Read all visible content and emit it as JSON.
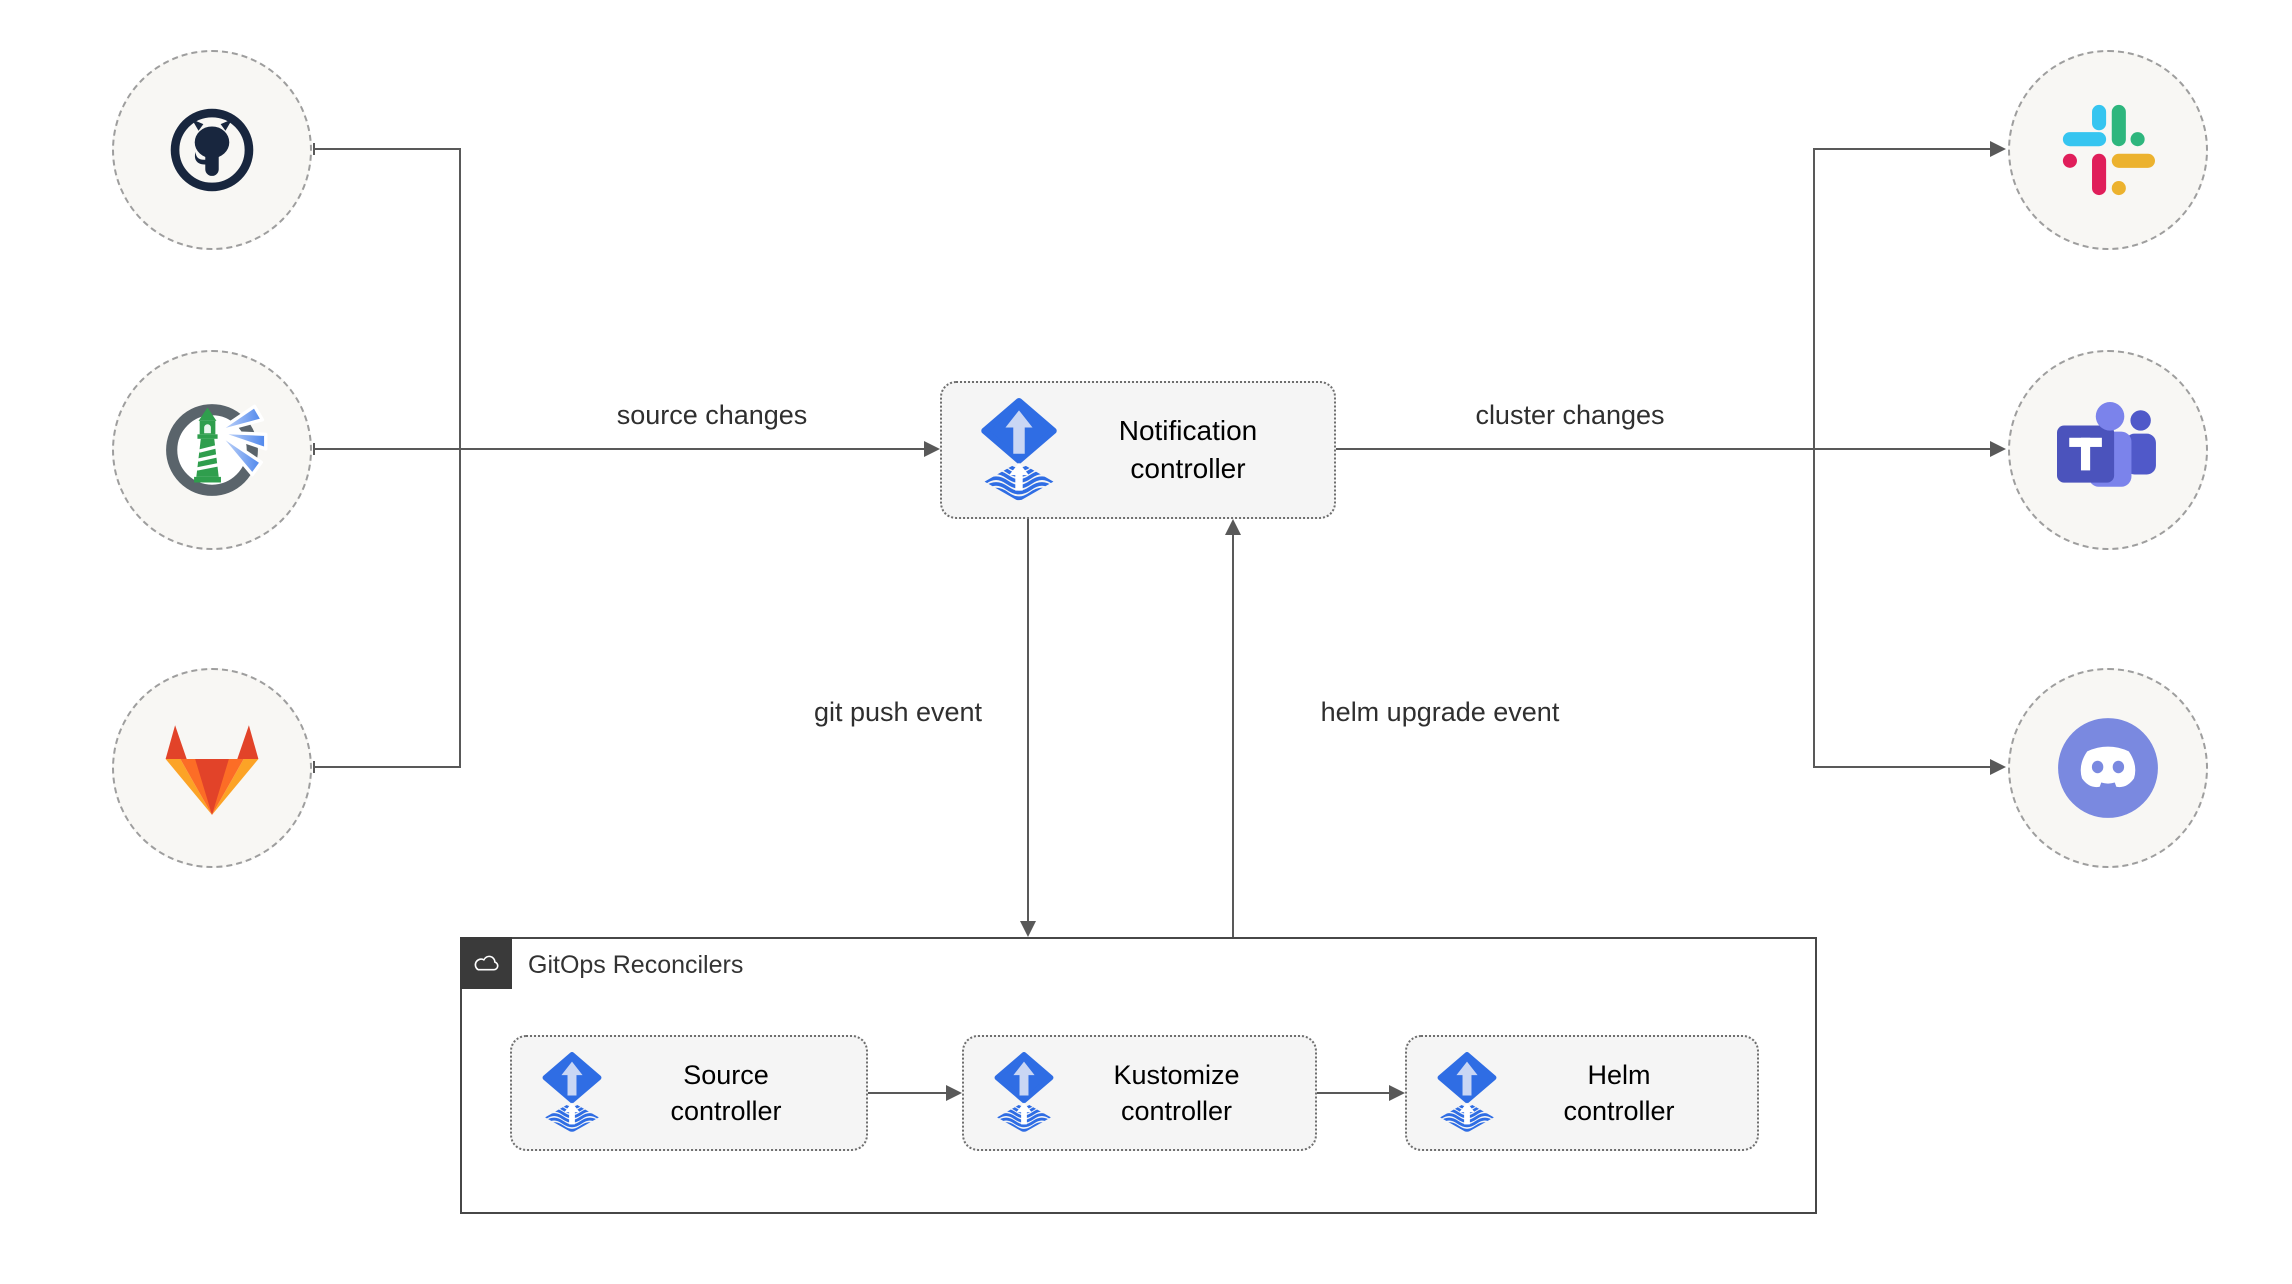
{
  "edge_labels": {
    "source_changes": "source changes",
    "cluster_changes": "cluster changes",
    "git_push_event": "git push event",
    "helm_upgrade_event": "helm upgrade event"
  },
  "nodes": {
    "notification_controller": {
      "icon": "flux-icon",
      "lines": [
        "Notification",
        "controller"
      ]
    },
    "source_controller": {
      "icon": "flux-icon",
      "lines": [
        "Source",
        "controller"
      ]
    },
    "kustomize_controller": {
      "icon": "flux-icon",
      "lines": [
        "Kustomize",
        "controller"
      ]
    },
    "helm_controller": {
      "icon": "flux-icon",
      "lines": [
        "Helm",
        "controller"
      ]
    }
  },
  "sources": [
    {
      "icon": "github-icon"
    },
    {
      "icon": "harbor-icon"
    },
    {
      "icon": "gitlab-icon"
    }
  ],
  "receivers": [
    {
      "icon": "slack-icon"
    },
    {
      "icon": "ms-teams-icon"
    },
    {
      "icon": "discord-icon"
    }
  ],
  "container": {
    "label": "GitOps Reconcilers",
    "icon": "cloud-icon"
  },
  "palette": {
    "line": "#595959",
    "label_text": "#2f2f2f",
    "circle_fill": "#f8f7f4",
    "circle_border": "#9e9e9e",
    "box_fill": "#f5f5f5",
    "box_border": "#6e6e6e",
    "container_border": "#474747",
    "header_fill": "#3a3a3a",
    "flux_blue": "#2f6de4",
    "github_navy": "#18263e",
    "harbor_ring": "#5a646b",
    "harbor_green": "#2f9e4d",
    "gitlab": [
      "#e24329",
      "#fc6d26",
      "#fca326"
    ],
    "slack": [
      "#36c5f0",
      "#2eb67d",
      "#ecb22e",
      "#e01e5a"
    ],
    "teams": [
      "#4b53bc",
      "#7b83eb",
      "#5059c9"
    ],
    "discord": "#7a89e0"
  }
}
